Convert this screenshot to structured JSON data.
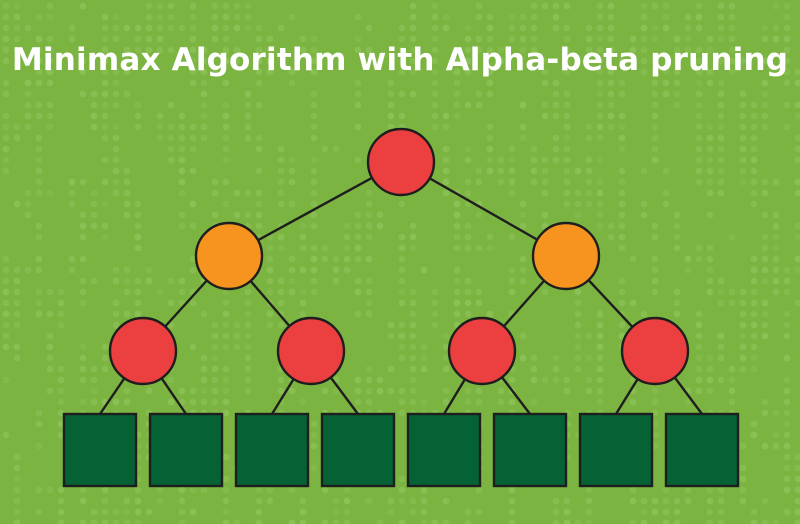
{
  "title": "Minimax Algorithm with Alpha-beta pruning",
  "colors": {
    "background": "#7cb442",
    "background_pattern": "#8ec45a",
    "max_node": "#ec3f3f",
    "min_node": "#f7941f",
    "leaf_node": "#046234",
    "edge": "#1e1e1e"
  },
  "tree": {
    "root": {
      "role": "max"
    },
    "levels": [
      {
        "depth": 0,
        "role": "max",
        "count": 1
      },
      {
        "depth": 1,
        "role": "min",
        "count": 2
      },
      {
        "depth": 2,
        "role": "max",
        "count": 4
      },
      {
        "depth": 3,
        "role": "leaf",
        "count": 8
      }
    ]
  }
}
